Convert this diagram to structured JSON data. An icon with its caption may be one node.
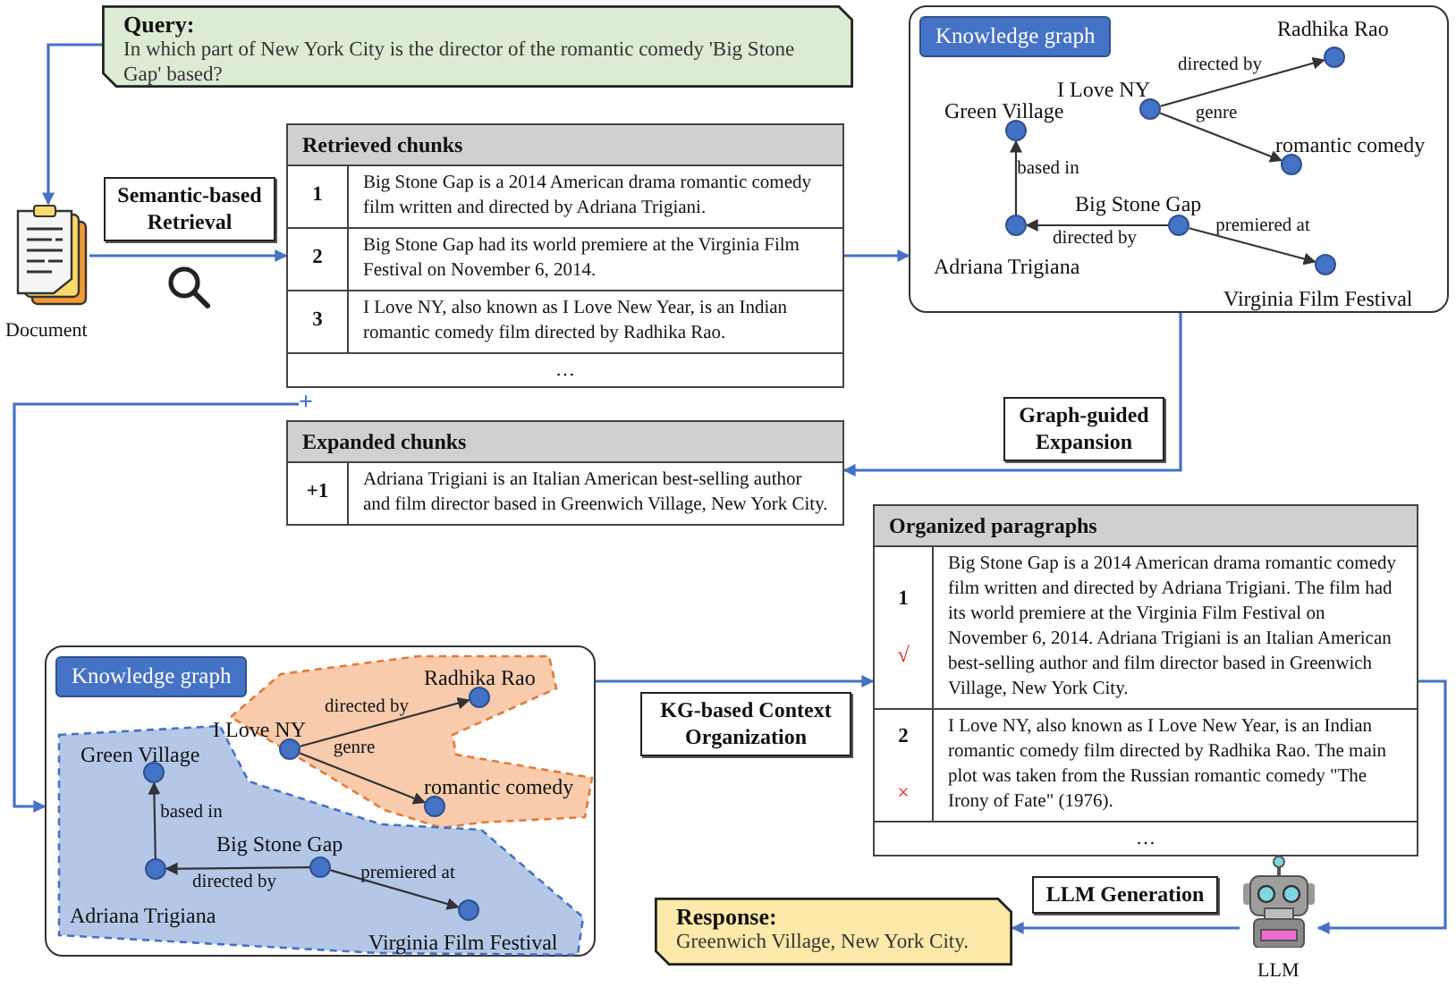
{
  "diagram": {
    "nodes": [
      {
        "text": [
          "Query:",
          "In which part of New York City is the director of the romantic comedy 'Big Stone Gap' based?"
        ]
      },
      {
        "text": [],
        "shape": "picture",
        "beside": [
          "Document"
        ]
      },
      {
        "text": [
          "Retrieved chunks",
          "1",
          "Big Stone Gap is a 2014 American drama romantic comedy film written and directed by Adriana Trigiani.",
          "2",
          "Big Stone Gap had its world premiere at the Virginia Film Festival on November 6, 2014.",
          "3",
          "I Love NY, also known as I Love New Year, is an Indian romantic comedy film directed by Radhika Rao.",
          "…"
        ]
      },
      {
        "text": [
          "Knowledge graph"
        ]
      },
      {
        "text": [],
        "shape": "circle",
        "in": 3,
        "beside": [
          "Radhika Rao"
        ]
      },
      {
        "text": [],
        "shape": "circle",
        "in": 3,
        "beside": [
          "I Love NY"
        ]
      },
      {
        "text": [],
        "shape": "circle",
        "in": 3,
        "beside": [
          "Green Village"
        ]
      },
      {
        "text": [],
        "shape": "circle",
        "in": 3,
        "beside": [
          "romantic comedy"
        ]
      },
      {
        "text": [],
        "shape": "circle",
        "in": 3,
        "beside": [
          "Big Stone Gap"
        ]
      },
      {
        "text": [],
        "shape": "circle",
        "in": 3,
        "beside": [
          "Adriana Trigiana"
        ]
      },
      {
        "text": [],
        "shape": "circle",
        "in": 3,
        "beside": [
          "Virginia Film Festival"
        ]
      },
      {
        "text": [
          "Expanded chunks",
          "+1",
          "Adriana Trigiani is an Italian American best-selling author and film director based in Greenwich Village, New York City."
        ]
      },
      {
        "text": [
          "+"
        ]
      },
      {
        "text": [
          "Knowledge graph"
        ]
      },
      {
        "text": [],
        "shape": "polygon",
        "in": 13
      },
      {
        "text": [],
        "shape": "circle",
        "in": 14,
        "beside": [
          "Radhika Rao"
        ]
      },
      {
        "text": [],
        "shape": "circle",
        "in": 14,
        "beside": [
          "I Love NY"
        ]
      },
      {
        "text": [],
        "shape": "circle",
        "in": 14,
        "beside": [
          "romantic comedy"
        ]
      },
      {
        "text": [],
        "shape": "polygon",
        "in": 13
      },
      {
        "text": [],
        "shape": "circle",
        "in": 18,
        "beside": [
          "Green Village"
        ]
      },
      {
        "text": [],
        "shape": "circle",
        "in": 18,
        "beside": [
          "Big Stone Gap"
        ]
      },
      {
        "text": [],
        "shape": "circle",
        "in": 18,
        "beside": [
          "Adriana Trigiana"
        ]
      },
      {
        "text": [],
        "shape": "circle",
        "in": 18,
        "beside": [
          "Virginia Film Festival"
        ]
      },
      {
        "text": [
          "Organized paragraphs",
          "1",
          "√",
          "Big Stone Gap is a 2014 American drama romantic comedy film written and directed by Adriana Trigiani. The film had its world premiere at the Virginia Film Festival on November 6, 2014. Adriana Trigiani is an Italian American best-selling author and film director based in Greenwich Village, New York City.",
          "2",
          "×",
          "I Love NY, also known as I Love New Year, is an Indian romantic comedy film directed by Radhika Rao. The main plot was taken from the Russian romantic comedy \"The Irony of Fate\" (1976).",
          "…"
        ]
      },
      {
        "text": [],
        "shape": "picture",
        "beside": [
          "LLM"
        ]
      },
      {
        "text": [
          "Response:",
          "Greenwich Village, New York City."
        ]
      }
    ],
    "edges": [
      {
        "from": 0,
        "to": 1,
        "arrow": "to",
        "color": "#4472c4"
      },
      {
        "from": 1,
        "to": 2,
        "arrow": "to",
        "label": "Semantic-based Retrieval",
        "color": "#4472c4"
      },
      {
        "from": 2,
        "to": 3,
        "arrow": "to",
        "color": "#4472c4"
      },
      {
        "from": 3,
        "to": 11,
        "arrow": "to",
        "label": "Graph-guided Expansion",
        "color": "#4472c4"
      },
      {
        "from": 12,
        "to": 13,
        "arrow": "to",
        "color": "#4472c4"
      },
      {
        "from": 5,
        "to": 4,
        "arrow": "to",
        "label": "directed by"
      },
      {
        "from": 5,
        "to": 7,
        "arrow": "to",
        "label": "genre"
      },
      {
        "from": 8,
        "to": 9,
        "arrow": "to",
        "label": "directed by"
      },
      {
        "from": 9,
        "to": 6,
        "arrow": "to",
        "label": "based in"
      },
      {
        "from": 8,
        "to": 10,
        "arrow": "to",
        "label": "premiered at"
      },
      {
        "from": 16,
        "to": 15,
        "arrow": "to",
        "label": "directed by"
      },
      {
        "from": 16,
        "to": 17,
        "arrow": "to",
        "label": "genre"
      },
      {
        "from": 20,
        "to": 21,
        "arrow": "to",
        "label": "directed by"
      },
      {
        "from": 21,
        "to": 19,
        "arrow": "to",
        "label": "based in"
      },
      {
        "from": 20,
        "to": 22,
        "arrow": "to",
        "label": "premiered at"
      },
      {
        "from": 13,
        "to": 23,
        "arrow": "to",
        "label": "KG-based Context Organization",
        "color": "#4472c4"
      },
      {
        "from": 23,
        "to": 24,
        "arrow": "to",
        "color": "#4472c4"
      },
      {
        "from": 24,
        "to": 25,
        "arrow": "to",
        "label": "LLM Generation",
        "color": "#4472c4"
      }
    ]
  }
}
